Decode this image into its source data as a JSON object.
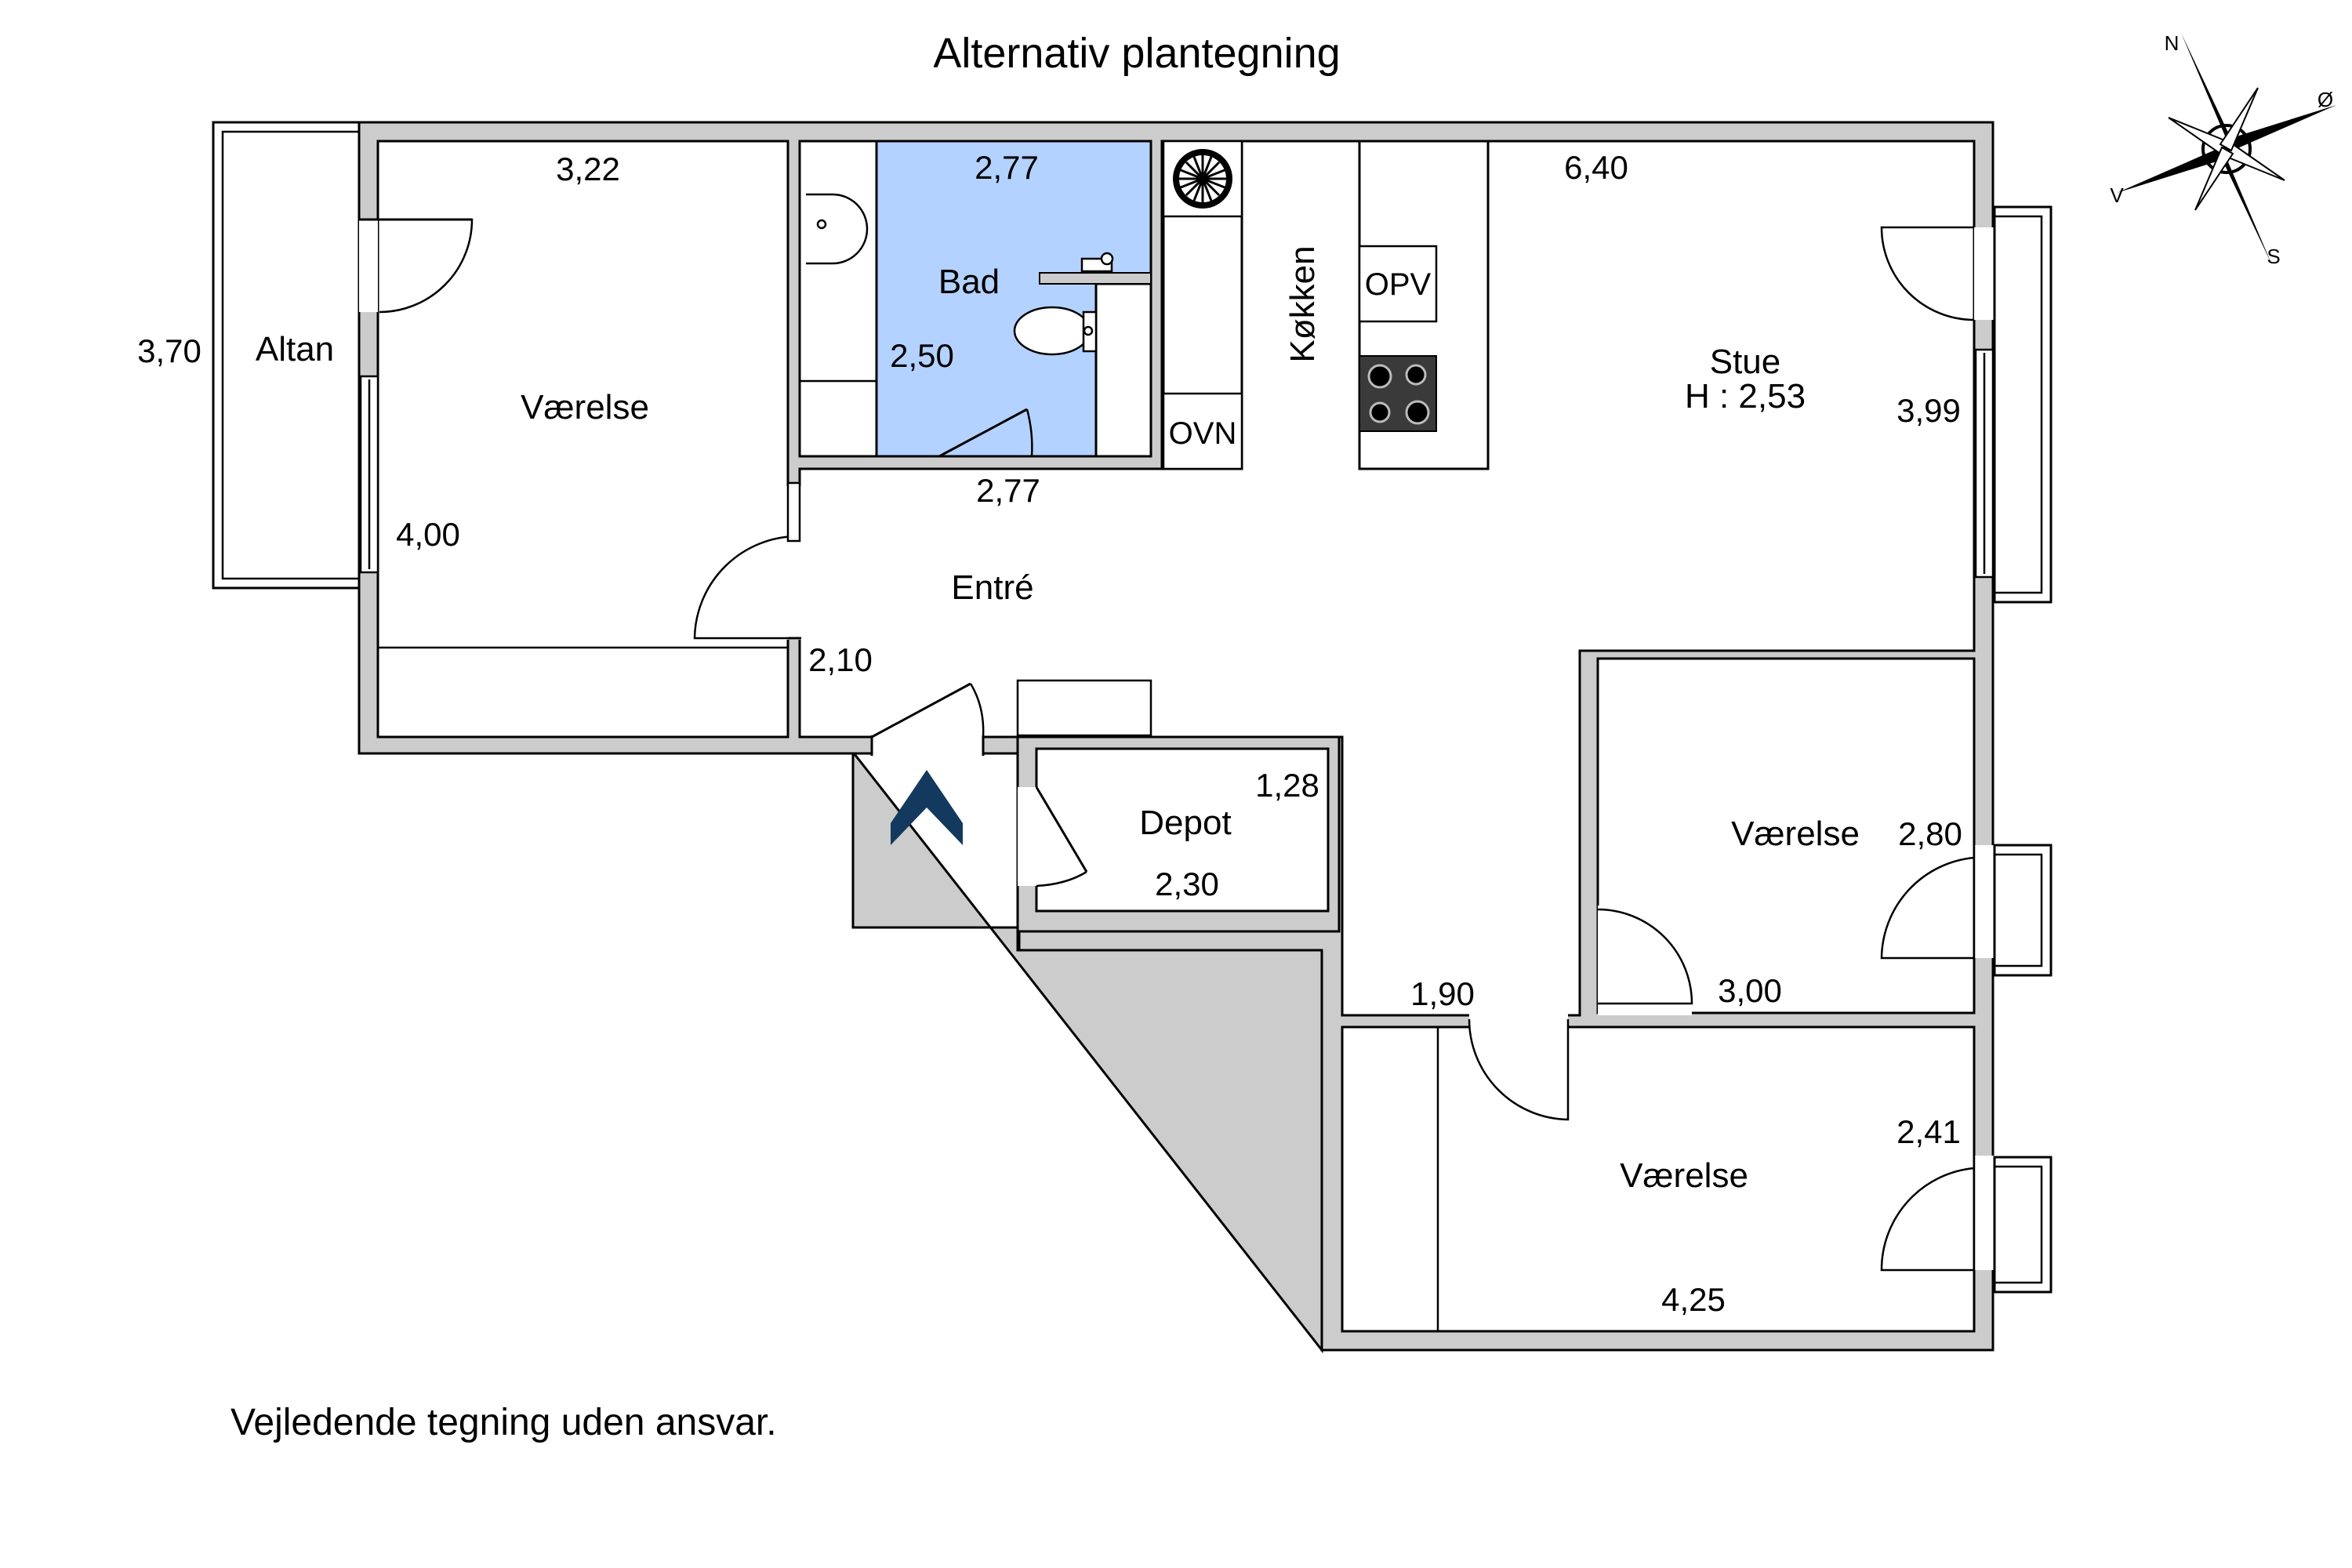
{
  "title": "Alternativ plantegning",
  "disclaimer": "Vejledende tegning uden ansvar.",
  "compass": {
    "n": "N",
    "e": "Ø",
    "s": "S",
    "w": "V"
  },
  "rooms": {
    "balcony": "Altan",
    "bedroom_1": "Værelse",
    "bathroom": "Bad",
    "kitchen": "Køkken",
    "living": "Stue",
    "living_height": "H : 2,53",
    "hall": "Entré",
    "storage": "Depot",
    "bedroom_2": "Værelse",
    "bedroom_3": "Værelse"
  },
  "appliances": {
    "dishwasher": "OPV",
    "oven": "OVN"
  },
  "dimensions": {
    "balcony_depth": "3,70",
    "bedroom1_width": "3,22",
    "bedroom1_depth": "4,00",
    "bath_width_top": "2,77",
    "bath_depth": "2,50",
    "bath_width_bottom": "2,77",
    "living_width": "6,40",
    "living_depth": "3,99",
    "hall_depth": "2,10",
    "storage_depth": "1,28",
    "storage_width": "2,30",
    "bedroom2_depth": "2,80",
    "bedroom2_width": "3,00",
    "corridor_width": "1,90",
    "bedroom3_depth": "2,41",
    "bedroom3_width": "4,25"
  },
  "colors": {
    "wall": "#cccccc",
    "bathroom": "#b4d2ff",
    "entrance_arrow": "#133a5e"
  }
}
